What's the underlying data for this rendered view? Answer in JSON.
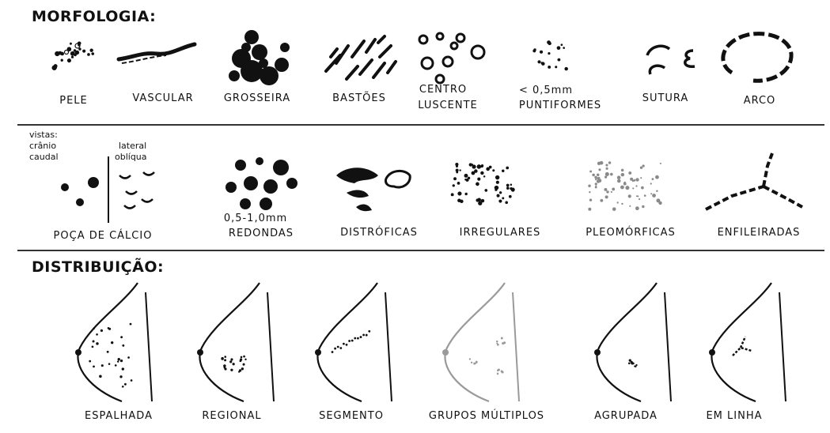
{
  "headings": {
    "morphology": "MORFOLOGIA:",
    "distribution": "DISTRIBUIÇÃO:"
  },
  "morphology_row1": [
    {
      "line1": "PELE",
      "line2": ""
    },
    {
      "line1": "VASCULAR",
      "line2": ""
    },
    {
      "line1": "GROSSEIRA",
      "line2": ""
    },
    {
      "line1": "BASTÕES",
      "line2": ""
    },
    {
      "line1": "CENTRO",
      "line2": "LUSCENTE"
    },
    {
      "line1": "< 0,5mm",
      "line2": "PUNTIFORMES"
    },
    {
      "line1": "SUTURA",
      "line2": ""
    },
    {
      "line1": "ARCO",
      "line2": ""
    }
  ],
  "morphology_row2": {
    "calcium_views": {
      "view_label": "vistas:",
      "craniocaudal_1": "crânio",
      "craniocaudal_2": "caudal",
      "lateral_1": "lateral",
      "lateral_2": "oblíqua",
      "label": "POÇA DE CÁLCIO"
    },
    "items": [
      {
        "line1": "0,5-1,0mm",
        "line2": "REDONDAS"
      },
      {
        "line1": "DISTRÓFICAS",
        "line2": ""
      },
      {
        "line1": "IRREGULARES",
        "line2": ""
      },
      {
        "line1": "PLEOMÓRFICAS",
        "line2": ""
      },
      {
        "line1": "ENFILEIRADAS",
        "line2": ""
      }
    ]
  },
  "distribution": [
    {
      "label": "ESPALHADA"
    },
    {
      "label": "REGIONAL"
    },
    {
      "label": "SEGMENTO"
    },
    {
      "label": "GRUPOS MÚLTIPLOS"
    },
    {
      "label": "AGRUPADA"
    },
    {
      "label": "EM LINHA"
    }
  ]
}
